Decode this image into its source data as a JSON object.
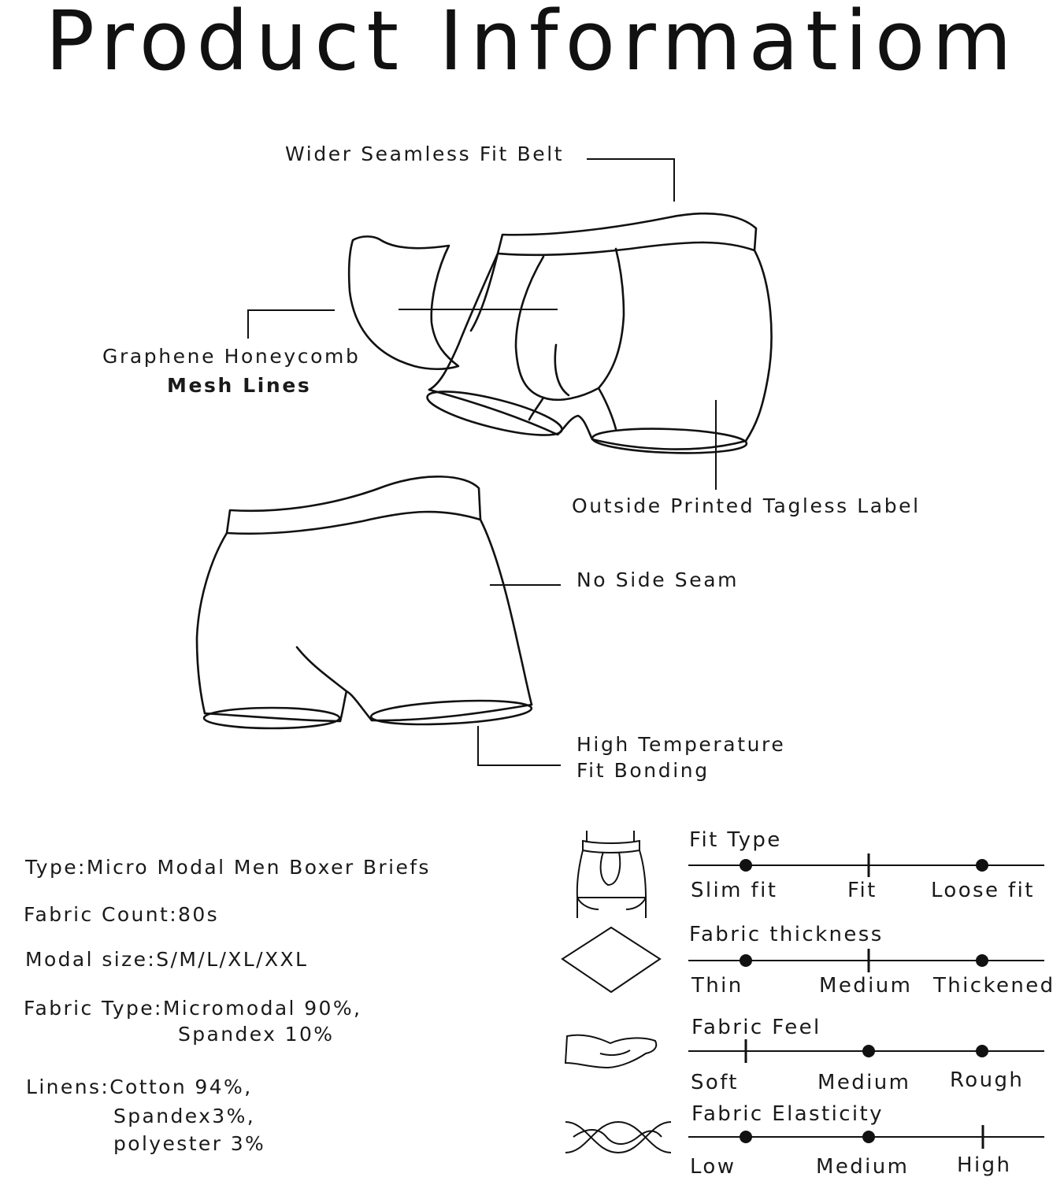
{
  "title": "Product Informatiom",
  "callouts": {
    "belt": "Wider Seamless Fit Belt",
    "mesh_line1": "Graphene Honeycomb",
    "mesh_line2": "Mesh Lines",
    "label": "Outside Printed Tagless Label",
    "seam": "No Side Seam",
    "bonding_line1": "High Temperature",
    "bonding_line2": "Fit Bonding"
  },
  "specs": {
    "type": "Type:Micro Modal Men Boxer Briefs",
    "count": "Fabric Count:80s",
    "size": "Modal size:S/M/L/XL/XXL",
    "fabric_line1": "Fabric Type:Micromodal 90%,",
    "fabric_line2": "Spandex 10%",
    "linens_line1": "Linens:Cotton 94%,",
    "linens_line2": "Spandex3%,",
    "linens_line3": "polyester 3%"
  },
  "scales": [
    {
      "title": "Fit Type",
      "icon": "boxer-icon",
      "labels": [
        "Slim fit",
        "Fit",
        "Loose fit"
      ],
      "selected": "Slim fit"
    },
    {
      "title": "Fabric thickness",
      "icon": "diamond-icon",
      "labels": [
        "Thin",
        "Medium",
        "Thickened"
      ],
      "selected": "Thin"
    },
    {
      "title": "Fabric Feel",
      "icon": "hand-icon",
      "labels": [
        "Soft",
        "Medium",
        "Rough"
      ],
      "selected": "Soft"
    },
    {
      "title": "Fabric Elasticity",
      "icon": "stretch-icon",
      "labels": [
        "Low",
        "Medium",
        "High"
      ],
      "selected": "High"
    }
  ]
}
